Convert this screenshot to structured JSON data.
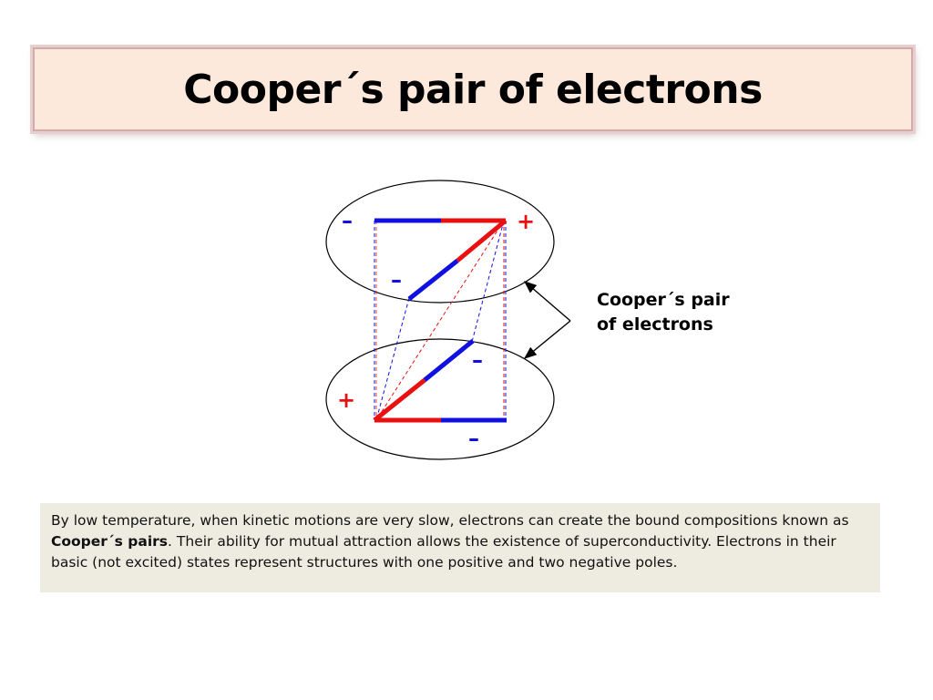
{
  "title": "Cooper´s pair of electrons",
  "diagram": {
    "label_line1": "Cooper´s pair",
    "label_line2": "of electrons",
    "sign_minus": "–",
    "sign_plus": "+",
    "colors": {
      "negative": "#1010e0",
      "positive": "#e81010",
      "outline": "#000000"
    }
  },
  "description": {
    "text_before": "By low temperature, when kinetic motions are very slow, electrons can create the bound compositions known as ",
    "bold": "Cooper´s pairs",
    "text_after": ". Their ability for mutual attraction allows the existence of superconductivity. Electrons in their basic (not excited) states represent structures with one positive and two negative poles."
  }
}
